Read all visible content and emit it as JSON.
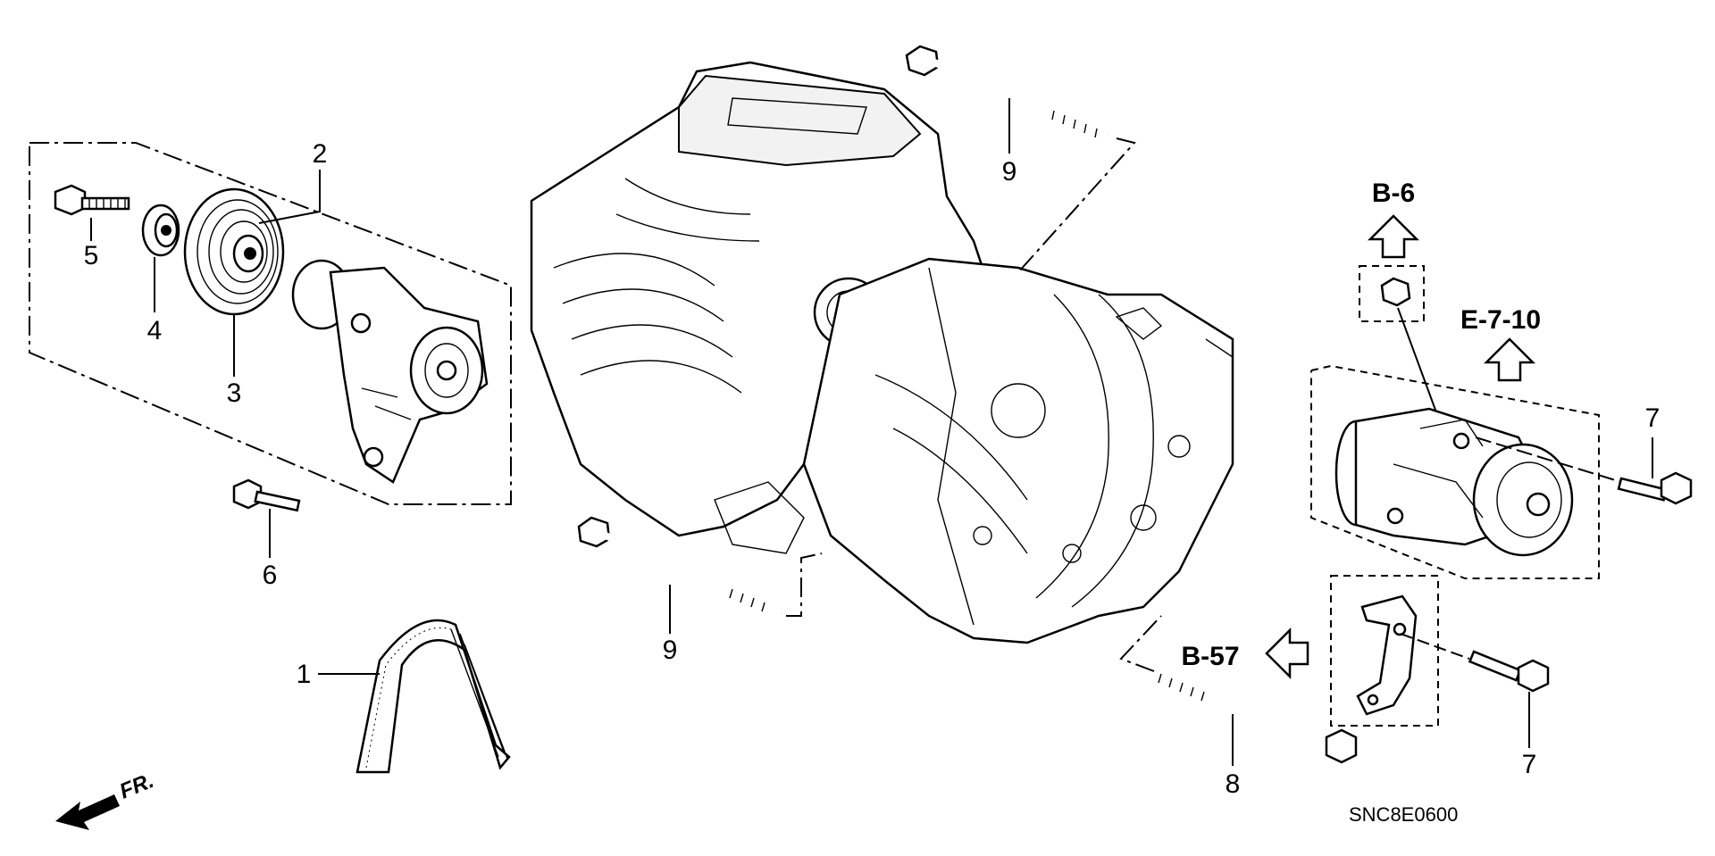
{
  "diagram": {
    "code": "SNC8E0600",
    "front_label": "FR.",
    "refs": {
      "b6": "B-6",
      "e710": "E-7-10",
      "b57": "B-57"
    },
    "callouts": {
      "c1": "1",
      "c2": "2",
      "c3": "3",
      "c4": "4",
      "c5": "5",
      "c6": "6",
      "c7a": "7",
      "c7b": "7",
      "c8": "8",
      "c9a": "9",
      "c9b": "9"
    }
  }
}
